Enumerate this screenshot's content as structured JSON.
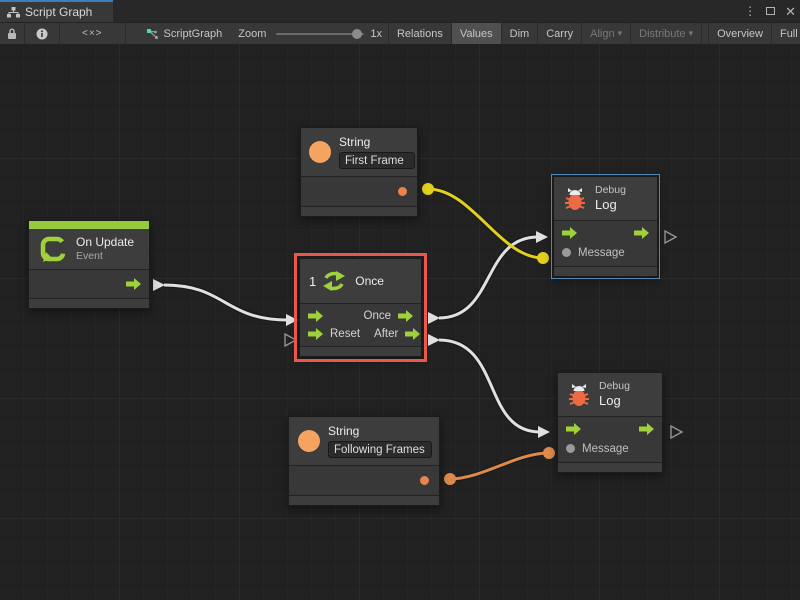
{
  "window": {
    "tab_title": "Script Graph",
    "tab_icon": "graph-hierarchy-icon",
    "controls": {
      "menu": "kebab-menu-icon",
      "maximize": "maximize-icon",
      "close": "close-icon"
    }
  },
  "toolbar": {
    "left_icons": {
      "lock": "lock-icon",
      "info": "info-icon",
      "code_glyph": "<×>"
    },
    "graph_name": "ScriptGraph",
    "zoom_label": "Zoom",
    "zoom_value": "1x",
    "buttons": [
      {
        "label": "Relations",
        "active": false,
        "enabled": true
      },
      {
        "label": "Values",
        "active": true,
        "enabled": true
      },
      {
        "label": "Dim",
        "active": false,
        "enabled": true
      },
      {
        "label": "Carry",
        "active": false,
        "enabled": true
      },
      {
        "label": "Align",
        "active": false,
        "enabled": false,
        "dropdown": true
      },
      {
        "label": "Distribute",
        "active": false,
        "enabled": false,
        "dropdown": true
      },
      {
        "label": "Overview",
        "active": false,
        "enabled": true
      },
      {
        "label": "Full Screen",
        "active": false,
        "enabled": true
      }
    ],
    "dropdown_caret": "▾"
  },
  "colors": {
    "accent_green": "#97c93d",
    "accent_orange": "#f4a361",
    "port_orange": "#e8854e",
    "bug_orange": "#ee6a45",
    "selection_red": "#e8594a",
    "selection_blue": "#4c88b8",
    "wire_white": "#e0e0e0",
    "wire_yellow": "#e3cf1d",
    "wire_orange": "#dd8a4c",
    "tab_accent_blue": "#3d7dbb"
  },
  "nodes": {
    "string_first": {
      "title": "String",
      "value": "First Frame",
      "icon": "string-circle-icon"
    },
    "on_update": {
      "title": "On Update",
      "subtitle": "Event",
      "icon": "loop-arrow-icon"
    },
    "once": {
      "multiplier": "1",
      "title": "Once",
      "icon": "cycle-arrows-icon",
      "port_once": "Once",
      "port_reset": "Reset",
      "port_after": "After"
    },
    "debug_log_top": {
      "title_small": "Debug",
      "title": "Log",
      "message_label": "Message",
      "icon": "bug-icon"
    },
    "debug_log_bottom": {
      "title_small": "Debug",
      "title": "Log",
      "message_label": "Message",
      "icon": "bug-icon"
    },
    "string_following": {
      "title": "String",
      "value": "Following Frames",
      "icon": "string-circle-icon"
    }
  },
  "connections": [
    {
      "from": "on-update.flow-out",
      "to": "once.flow-in",
      "color": "#e0e0e0"
    },
    {
      "from": "once.once-out",
      "to": "debug-log-top.flow-in",
      "color": "#e0e0e0"
    },
    {
      "from": "once.after-out",
      "to": "debug-log-bottom.flow-in",
      "color": "#e0e0e0"
    },
    {
      "from": "string-first.value-out",
      "to": "debug-log-top.message-in",
      "color": "#e3cf1d"
    },
    {
      "from": "string-following.value-out",
      "to": "debug-log-bottom.message-in",
      "color": "#dd8a4c"
    }
  ]
}
